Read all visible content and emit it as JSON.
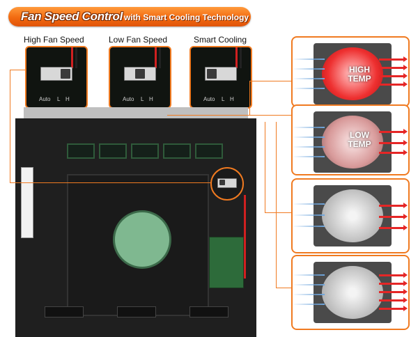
{
  "banner": {
    "title": "Fan Speed Control",
    "subtitle": "with Smart Cooling Technology"
  },
  "switches": [
    {
      "label": "High Fan Speed",
      "position": "H",
      "marks": [
        "Auto",
        "L",
        "H"
      ]
    },
    {
      "label": "Low Fan Speed",
      "position": "L",
      "marks": [
        "Auto",
        "L",
        "H"
      ]
    },
    {
      "label": "Smart Cooling",
      "position": "Auto",
      "marks": [
        "Auto",
        "L",
        "H"
      ]
    }
  ],
  "panels": [
    {
      "state": "hot",
      "line1": "HIGH",
      "line2": "TEMP"
    },
    {
      "state": "warm",
      "line1": "LOW",
      "line2": "TEMP"
    },
    {
      "state": "normal",
      "line1": "",
      "line2": ""
    },
    {
      "state": "normal",
      "line1": "",
      "line2": ""
    }
  ],
  "colors": {
    "accent": "#f07a20",
    "hot": "#e52626",
    "airflow": "#6fa6dd"
  }
}
